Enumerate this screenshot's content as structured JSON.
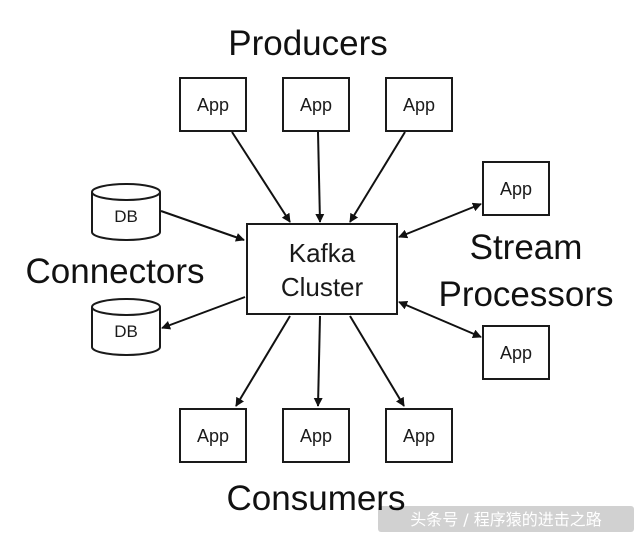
{
  "labels": {
    "producers": "Producers",
    "consumers": "Consumers",
    "connectors": "Connectors",
    "stream_line1": "Stream",
    "stream_line2": "Processors"
  },
  "kafka": {
    "line1": "Kafka",
    "line2": "Cluster"
  },
  "producers": [
    "App",
    "App",
    "App"
  ],
  "consumers": [
    "App",
    "App",
    "App"
  ],
  "stream_apps": [
    "App",
    "App"
  ],
  "databases": [
    "DB",
    "DB"
  ],
  "watermark": "头条号 / 程序猿的进击之路"
}
